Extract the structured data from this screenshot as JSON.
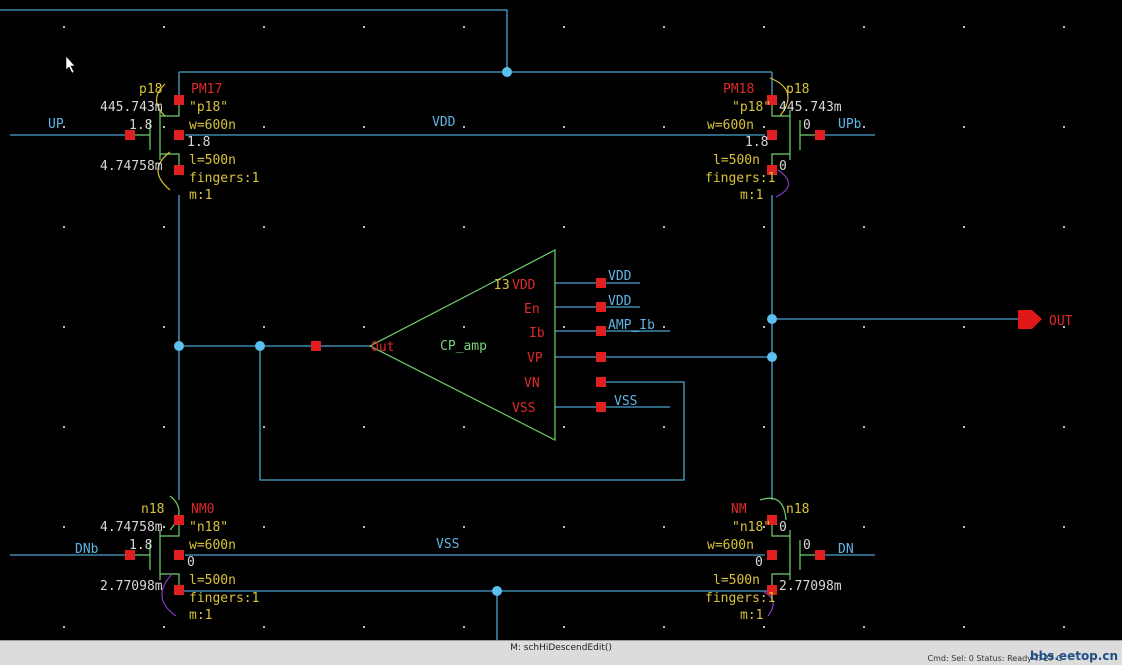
{
  "schematic": {
    "pins": {
      "up": "UP",
      "upb": "UPb",
      "dnb": "DNb",
      "dn": "DN",
      "out": "OUT"
    },
    "nets": {
      "vdd": "VDD",
      "vss": "VSS"
    },
    "pm17": {
      "name": "PM17",
      "model": "p18",
      "cell": "\"p18\"",
      "w": "w=600n",
      "l": "l=500n",
      "fingers": "fingers:1",
      "m": "m:1",
      "op1": "445.743m",
      "op2": "1.8",
      "op3": "1.8",
      "op4": "4.74758m"
    },
    "pm18": {
      "name": "PM18",
      "model": "p18",
      "cell": "\"p18\"",
      "w": "w=600n",
      "l": "l=500n",
      "fingers": "fingers:1",
      "m": "m:1",
      "op1": "445.743m",
      "op2": "0",
      "op3": "1.8",
      "op4": "0"
    },
    "nm0": {
      "name": "NM0",
      "model": "n18",
      "cell": "\"n18\"",
      "w": "w=600n",
      "l": "l=500n",
      "fingers": "fingers:1",
      "m": "m:1",
      "op1": "4.74758m",
      "op2": "1.8",
      "op3": "0",
      "op4": "2.77098m"
    },
    "nm1": {
      "name": "NM",
      "model": "n18",
      "cell": "\"n18\"",
      "w": "w=600n",
      "l": "l=500n",
      "fingers": "fingers:1",
      "m": "m:1",
      "op1": "0",
      "op2": "0",
      "op3": "0",
      "op4": "2.77098m"
    },
    "amp": {
      "instance": "I3",
      "cell": "CP_amp",
      "pins": [
        "VDD",
        "En",
        "Ib",
        "VP",
        "VN",
        "VSS"
      ],
      "out_pin": "Out",
      "net_labels": [
        "VDD",
        "VDD",
        "AMP_Ib",
        "VSS"
      ]
    }
  },
  "status": {
    "command": "M: schHiDescendEdit()",
    "segment": "Cmd: Sel: 0    Status: Ready    T: 27 C",
    "watermark": "bbs.eetop.cn"
  },
  "colors": {
    "wire": "#4aa3d0",
    "pin": "#e02020",
    "device": "#6fd06f",
    "label_yellow": "#d8c33a"
  }
}
